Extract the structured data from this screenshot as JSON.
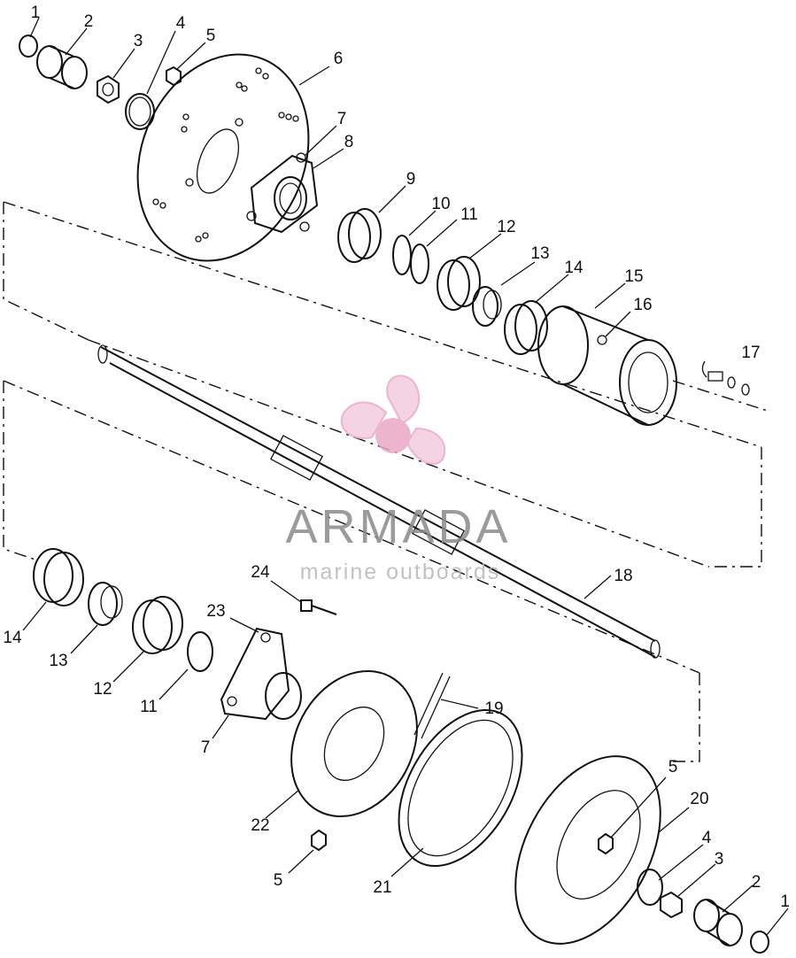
{
  "watermark": {
    "brand": "ARMADA",
    "tagline": "marine outboards",
    "brand_color": "#e9a7c6",
    "text_color": "#8a8a8a"
  },
  "callouts": [
    {
      "id": "c1a",
      "label": "1"
    },
    {
      "id": "c2a",
      "label": "2"
    },
    {
      "id": "c3a",
      "label": "3"
    },
    {
      "id": "c4a",
      "label": "4"
    },
    {
      "id": "c5a",
      "label": "5"
    },
    {
      "id": "c6",
      "label": "6"
    },
    {
      "id": "c7a",
      "label": "7"
    },
    {
      "id": "c8",
      "label": "8"
    },
    {
      "id": "c9",
      "label": "9"
    },
    {
      "id": "c10",
      "label": "10"
    },
    {
      "id": "c11a",
      "label": "11"
    },
    {
      "id": "c12a",
      "label": "12"
    },
    {
      "id": "c13a",
      "label": "13"
    },
    {
      "id": "c14a",
      "label": "14"
    },
    {
      "id": "c15",
      "label": "15"
    },
    {
      "id": "c16",
      "label": "16"
    },
    {
      "id": "c17",
      "label": "17"
    },
    {
      "id": "c18",
      "label": "18"
    },
    {
      "id": "c24",
      "label": "24"
    },
    {
      "id": "c23",
      "label": "23"
    },
    {
      "id": "c14b",
      "label": "14"
    },
    {
      "id": "c13b",
      "label": "13"
    },
    {
      "id": "c12b",
      "label": "12"
    },
    {
      "id": "c11b",
      "label": "11"
    },
    {
      "id": "c7b",
      "label": "7"
    },
    {
      "id": "c19",
      "label": "19"
    },
    {
      "id": "c22",
      "label": "22"
    },
    {
      "id": "c5b",
      "label": "5"
    },
    {
      "id": "c21",
      "label": "21"
    },
    {
      "id": "c5c",
      "label": "5"
    },
    {
      "id": "c20",
      "label": "20"
    },
    {
      "id": "c4b",
      "label": "4"
    },
    {
      "id": "c3b",
      "label": "3"
    },
    {
      "id": "c2b",
      "label": "2"
    },
    {
      "id": "c1b",
      "label": "1"
    }
  ]
}
